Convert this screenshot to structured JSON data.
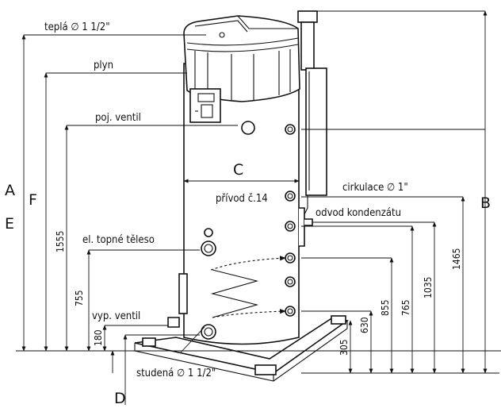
{
  "labels": {
    "hot": "teplá ∅ 1 1/2\"",
    "gas": "plyn",
    "safety_valve": "poj. ventil",
    "heater": "el. topné těleso",
    "drain_valve": "vyp. ventil",
    "cold": "studená ∅ 1 1/2\"",
    "circulation": "cirkulace ∅ 1\"",
    "supply": "přívod č.14",
    "condensate": "odvod kondenzátu"
  },
  "letters": {
    "A": "A",
    "E": "E",
    "F": "F",
    "B": "B",
    "C": "C",
    "D": "D"
  },
  "dims": {
    "d1555": "1555",
    "d755": "755",
    "d180": "180",
    "d1465": "1465",
    "d1035": "1035",
    "d765": "765",
    "d855": "855",
    "d630": "630",
    "d305": "305"
  }
}
